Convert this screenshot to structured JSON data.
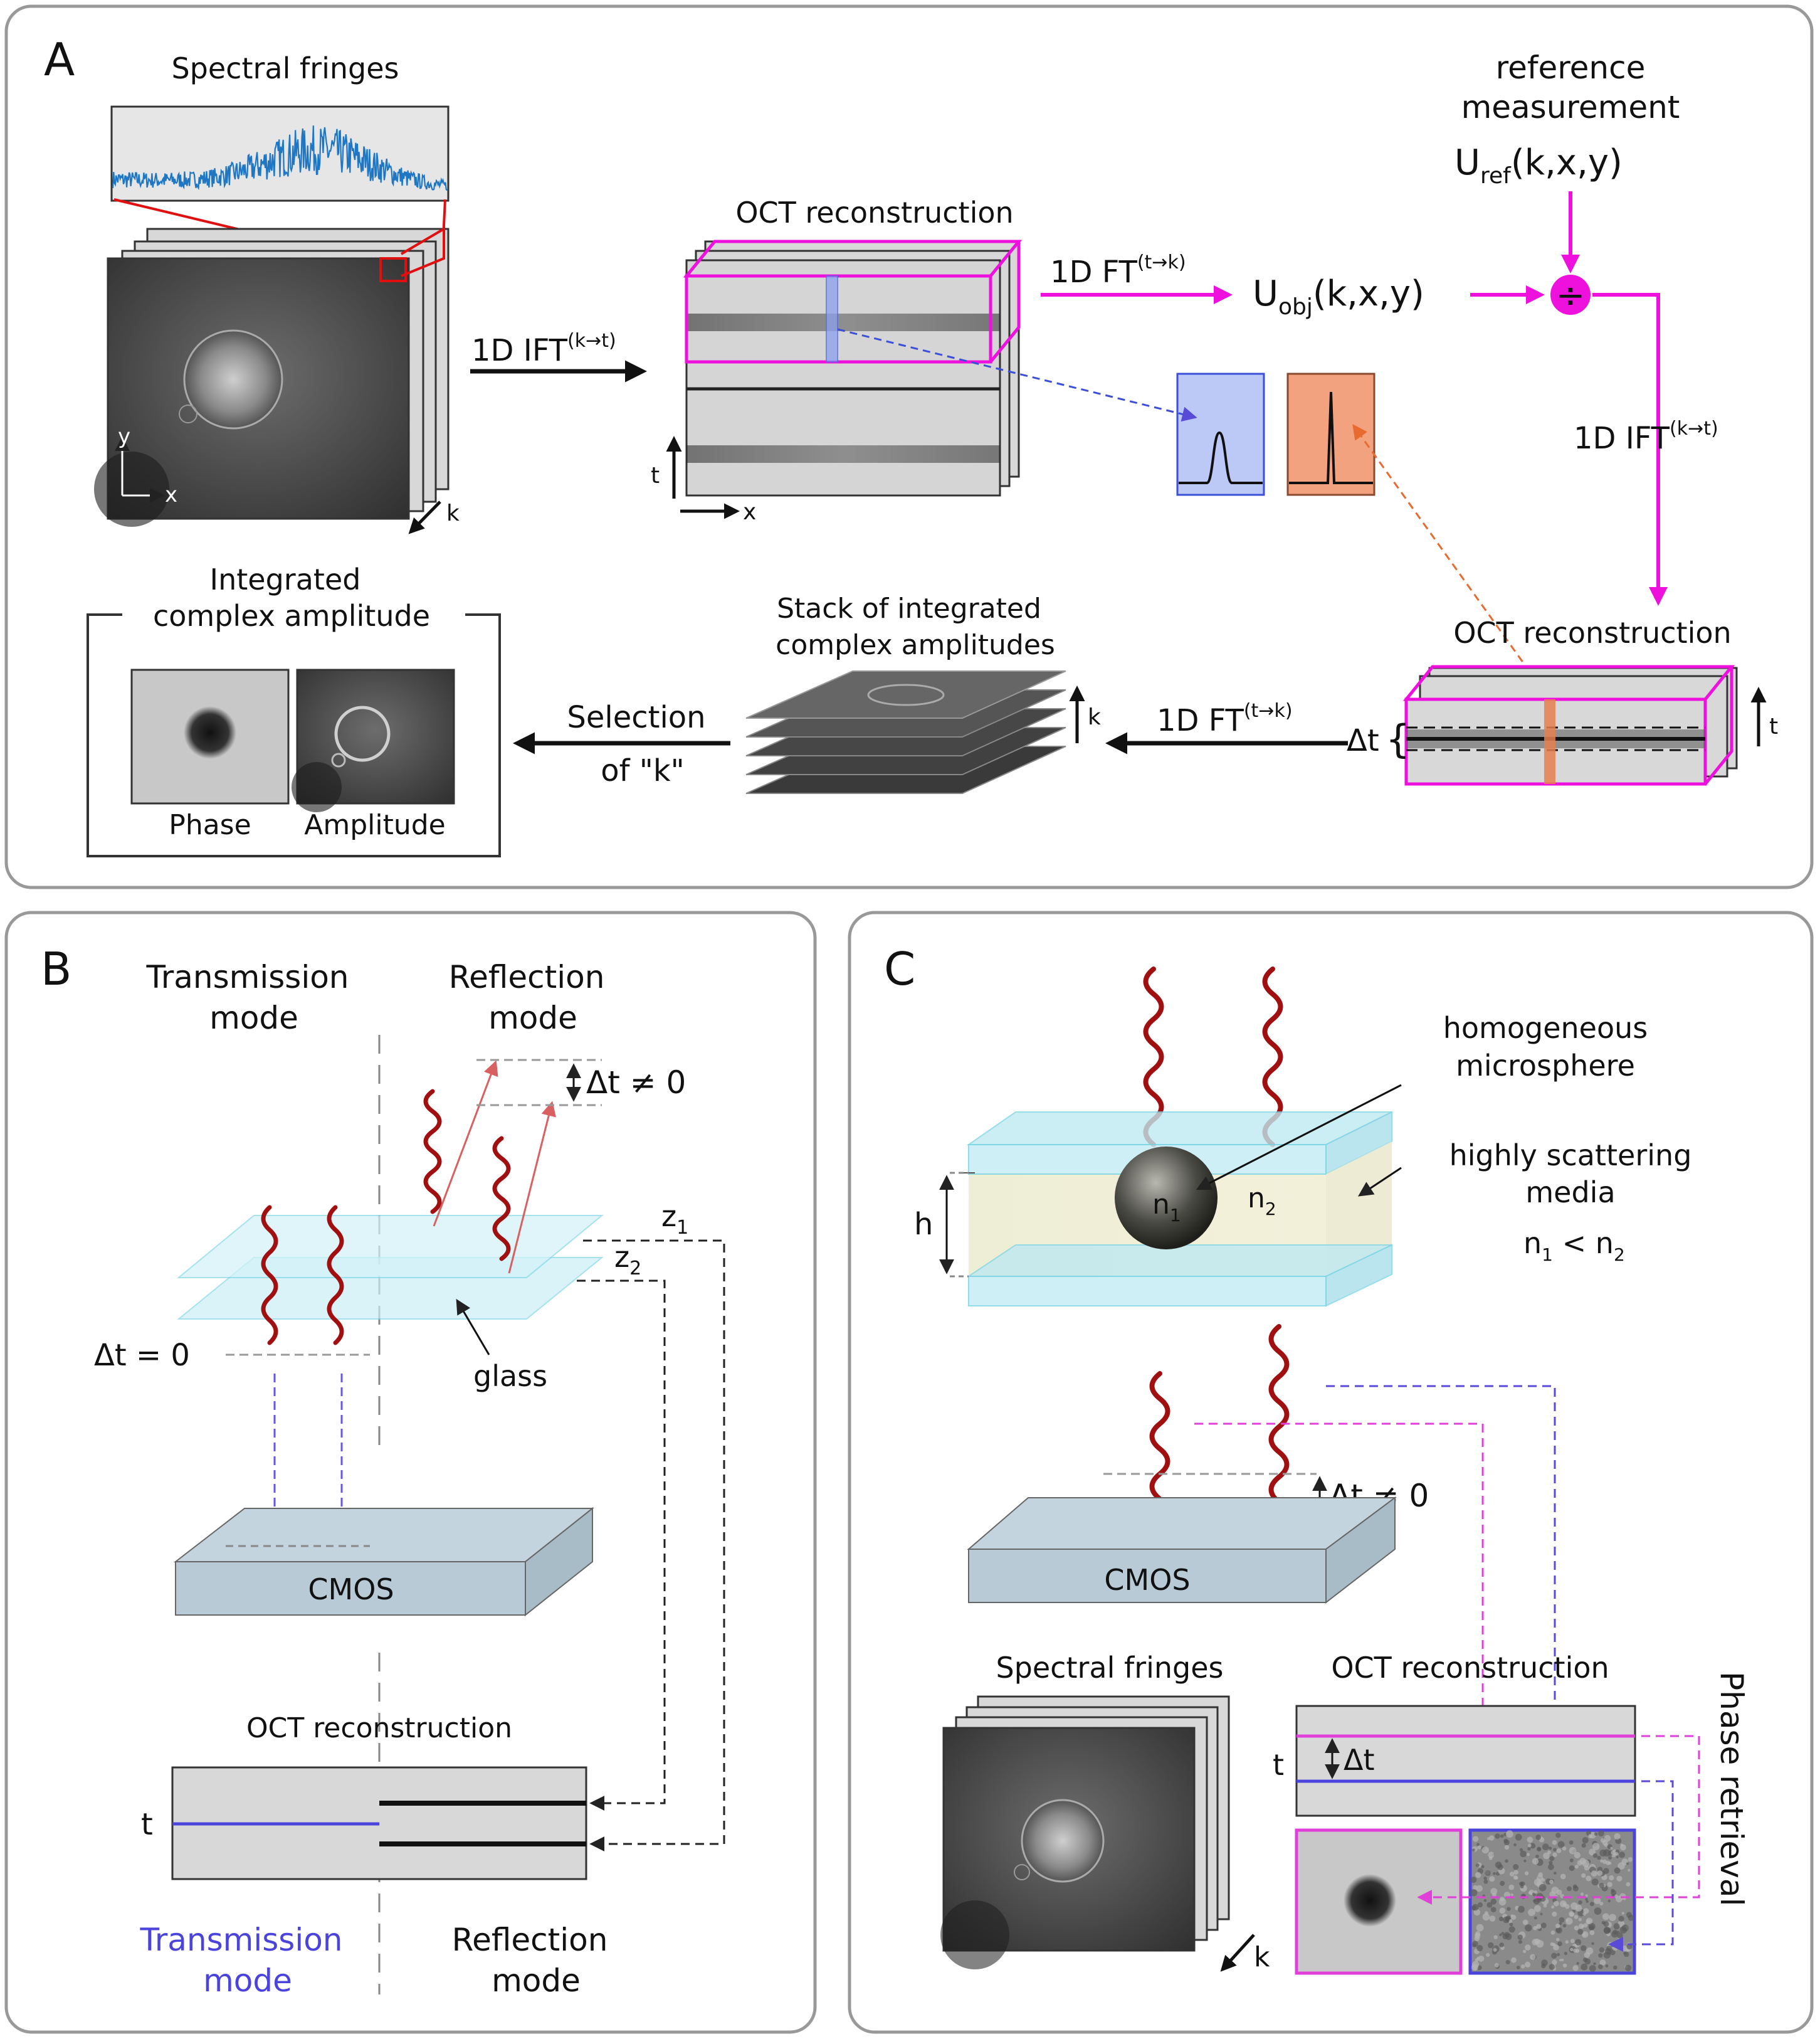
{
  "panels": {
    "a": {
      "letter": "A",
      "spectral_fringes": "Spectral fringes",
      "ift1": "1D IFT",
      "ift1_sup": "(k→t)",
      "oct_recon": "OCT reconstruction",
      "ft1": "1D FT",
      "ft1_sup": "(t→k)",
      "uobj_main": "U",
      "uobj_sub": "obj",
      "uobj_args": "(k,x,y)",
      "ref_line1": "reference",
      "ref_line2": "measurement",
      "uref_main": "U",
      "uref_sub": "ref",
      "uref_args": "(k,x,y)",
      "divide_symbol": "÷",
      "ift2": "1D IFT",
      "ift2_sup": "(k→t)",
      "oct_recon2": "OCT reconstruction",
      "dt": "Δt",
      "ft2": "1D FT",
      "ft2_sup": "(t→k)",
      "stack_line1": "Stack of integrated",
      "stack_line2": "complex amplitudes",
      "sel_line1": "Selection",
      "sel_line2": "of \"k\"",
      "int_line1": "Integrated",
      "int_line2": "complex amplitude",
      "phase": "Phase",
      "amplitude": "Amplitude",
      "axis_x": "x",
      "axis_y": "y",
      "axis_k": "k",
      "axis_t": "t",
      "colors": {
        "magenta": "#ee11dd",
        "blue_fill": "#b8c8f5",
        "orange_fill": "#f0a07c",
        "red": "#e01010"
      }
    },
    "b": {
      "letter": "B",
      "trans_line1": "Transmission",
      "trans_line2": "mode",
      "refl_line1": "Reflection",
      "refl_line2": "mode",
      "dt_ne0": "Δt ≠ 0",
      "dt_eq0": "Δt = 0",
      "z1_main": "z",
      "z1_sub": "1",
      "z2_main": "z",
      "z2_sub": "2",
      "glass": "glass",
      "cmos": "CMOS",
      "oct_recon": "OCT reconstruction",
      "t": "t",
      "bottom_trans1": "Transmission",
      "bottom_trans2": "mode",
      "bottom_refl1": "Reflection",
      "bottom_refl2": "mode",
      "colors": {
        "wave": "#a01010",
        "blue": "#4a44dd"
      }
    },
    "c": {
      "letter": "C",
      "homog1": "homogeneous",
      "homog2": "microsphere",
      "scat1": "highly scattering",
      "scat2": "media",
      "n1_main": "n",
      "n1_sub": "1",
      "n2_main": "n",
      "n2_sub": "2",
      "ineq_a": "n",
      "ineq_a_sub": "1",
      "ineq_op": " < n",
      "ineq_b_sub": "2",
      "h": "h",
      "dt_ne0": "Δt ≠ 0",
      "cmos": "CMOS",
      "spectral_fringes": "Spectral fringes",
      "oct_recon": "OCT reconstruction",
      "t": "t",
      "dt": "Δt",
      "k": "k",
      "phase_retrieval": "Phase retrieval",
      "colors": {
        "magenta": "#e040d8",
        "blue": "#5a4ad8"
      }
    }
  }
}
